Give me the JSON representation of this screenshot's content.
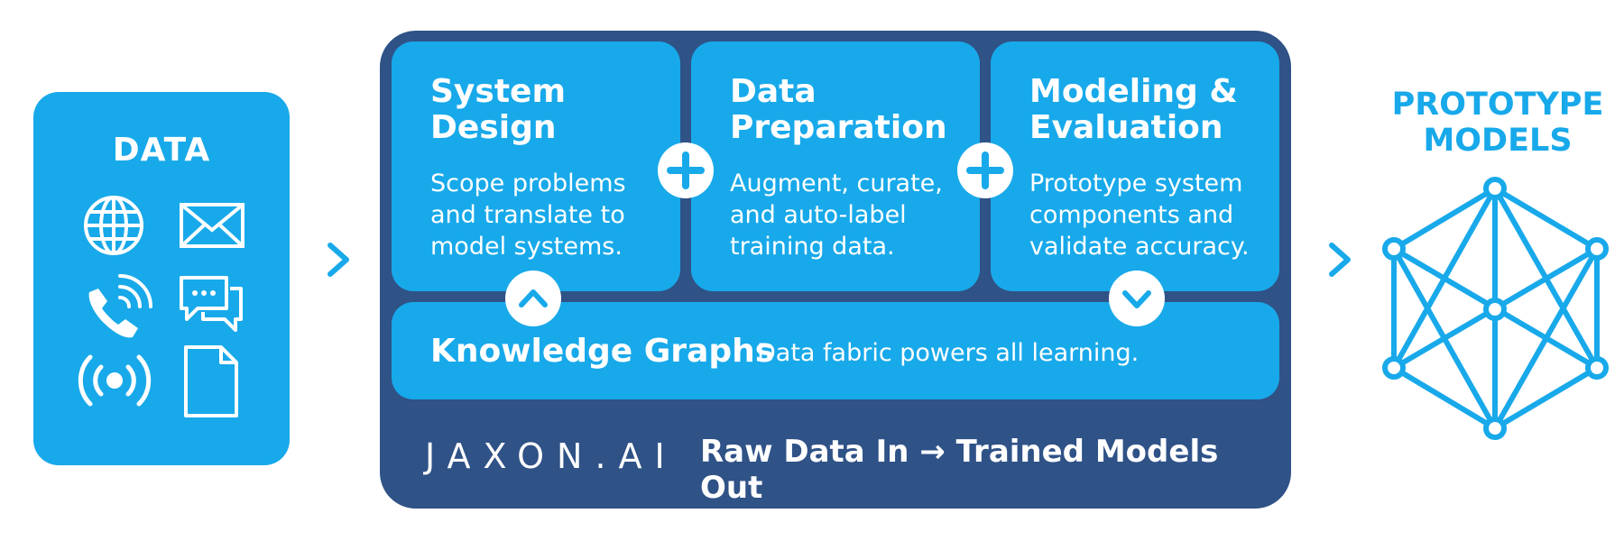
{
  "input": {
    "title": "DATA"
  },
  "icons": [
    "globe-icon",
    "envelope-icon",
    "phone-icon",
    "chat-icon",
    "broadcast-icon",
    "document-icon"
  ],
  "steps": [
    {
      "title_line1": "System",
      "title_line2": "Design",
      "desc_line1": "Scope problems",
      "desc_line2": "and translate to",
      "desc_line3": "model systems."
    },
    {
      "title_line1": "Data",
      "title_line2": "Preparation",
      "desc_line1": "Augment, curate,",
      "desc_line2": "and auto-label",
      "desc_line3": "training data."
    },
    {
      "title_line1": "Modeling &",
      "title_line2": "Evaluation",
      "desc_line1": "Prototype system",
      "desc_line2": "components and",
      "desc_line3": "validate accuracy."
    }
  ],
  "knowledge": {
    "title": "Knowledge Graphs",
    "desc": "Data fabric powers all learning."
  },
  "brand": {
    "logo": "JAXON.AI",
    "tagline": "Raw Data In → Trained Models Out"
  },
  "output": {
    "title_line1": "PROTOTYPE",
    "title_line2": "MODELS"
  },
  "colors": {
    "light_blue": "#18a9ea",
    "navy": "#2f5287",
    "white": "#ffffff"
  }
}
